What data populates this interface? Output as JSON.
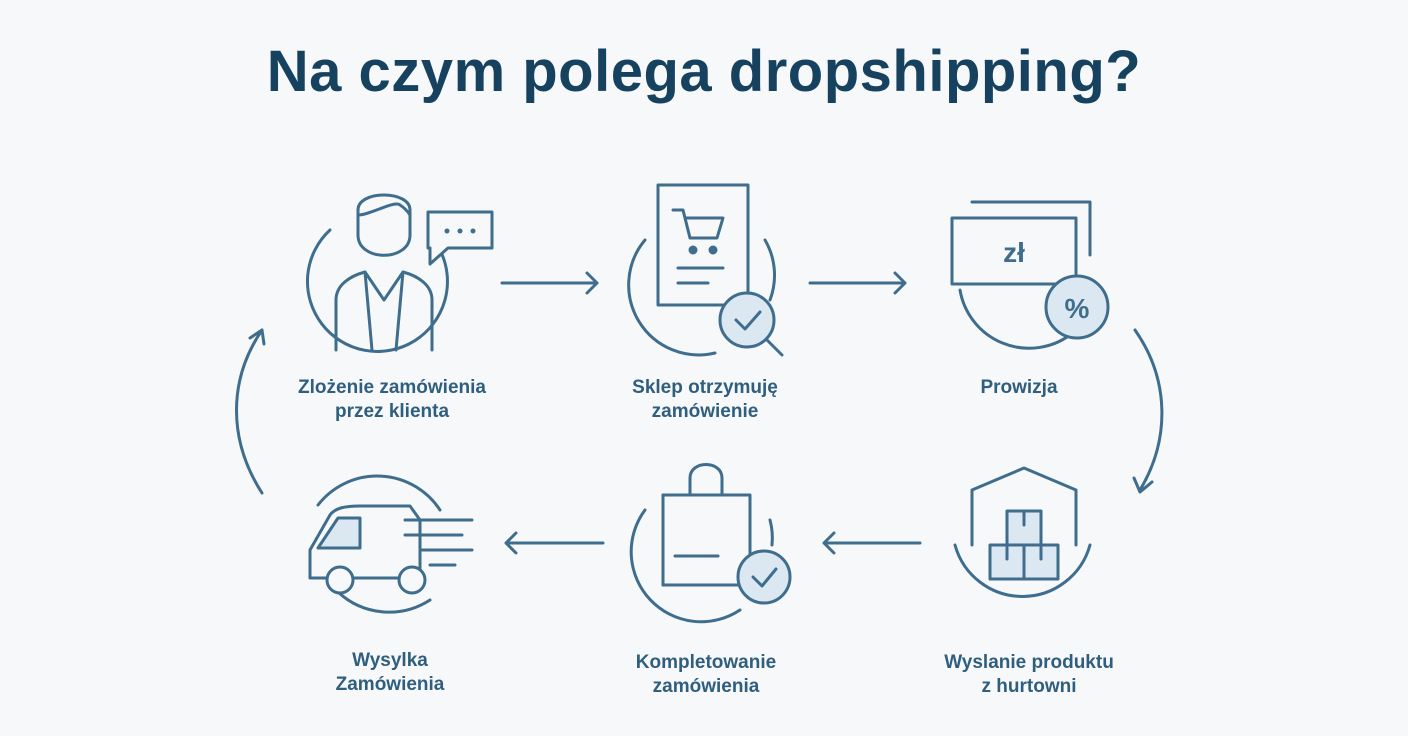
{
  "title": "Na czym polega dropshipping?",
  "steps": [
    {
      "line1": "Zlożenie zamówienia",
      "line2": "przez klienta",
      "icon": "customer-chat-icon"
    },
    {
      "line1": "Sklep otrzymuję",
      "line2": "zamówienie",
      "icon": "store-order-check-icon"
    },
    {
      "line1": "Prowizja",
      "line2": "",
      "icon": "commission-percent-icon"
    },
    {
      "line1": "Wyslanie produktu",
      "line2": "z hurtowni",
      "icon": "warehouse-icon"
    },
    {
      "line1": "Kompletowanie",
      "line2": "zamówienia",
      "icon": "shopping-bag-check-icon"
    },
    {
      "line1": "Wysylka",
      "line2": "Zamówienia",
      "icon": "delivery-van-icon"
    }
  ],
  "currency_symbol": "zł",
  "percent_symbol": "%",
  "colors": {
    "title": "#17425f",
    "stroke": "#3f6d8d",
    "fill": "#dce8f1"
  }
}
